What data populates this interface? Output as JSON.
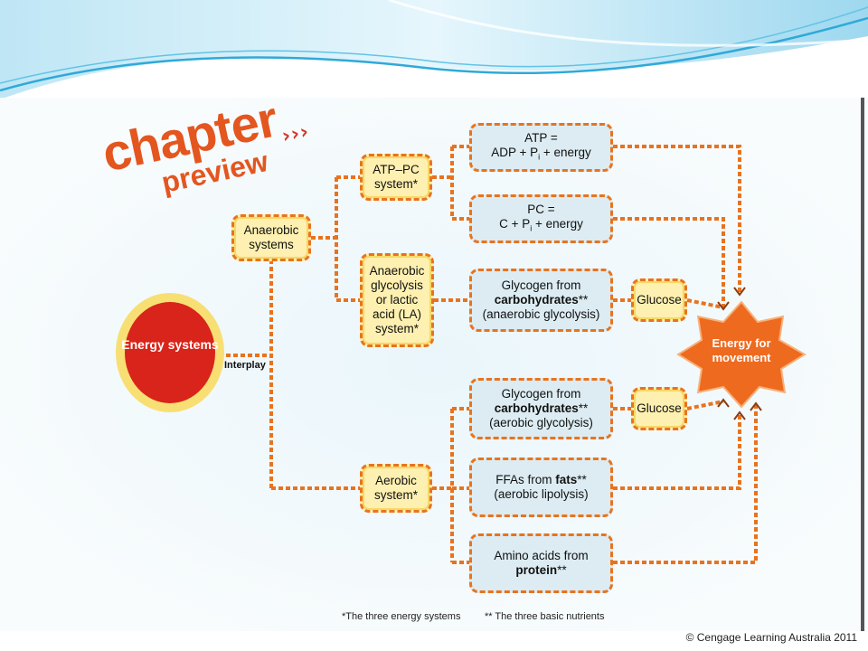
{
  "header": {
    "title_line1": "chapter",
    "title_line2": "preview",
    "chevrons": "›››"
  },
  "nodes": {
    "energy_systems": "Energy systems",
    "interplay": "Interplay",
    "anaerobic": "Anaerobic systems",
    "atp_pc": "ATP–PC system*",
    "anaerobic_lactic": [
      "Anaerobic",
      "glycolysis",
      "or lactic",
      "acid (LA)",
      "system*"
    ],
    "aerobic": "Aerobic system*",
    "atp_eq_l1": "ATP =",
    "atp_eq_l2_a": "ADP + P",
    "atp_eq_l2_sub": "i",
    "atp_eq_l2_b": " + energy",
    "pc_eq_l1": "PC =",
    "pc_eq_l2_a": "C + P",
    "pc_eq_l2_sub": "i",
    "pc_eq_l2_b": " + energy",
    "glycogen_an_l1": "Glycogen from",
    "glycogen_an_l2": "carbohydrates",
    "glycogen_an_l2_suffix": "**",
    "glycogen_an_l3": "(anaerobic glycolysis)",
    "glycogen_ae_l1": "Glycogen from",
    "glycogen_ae_l2": "carbohydrates",
    "glycogen_ae_l2_suffix": "**",
    "glycogen_ae_l3": "(aerobic glycolysis)",
    "ffa_l1_a": "FFAs from ",
    "ffa_l1_b": "fats",
    "ffa_l1_c": "**",
    "ffa_l2": "(aerobic lipolysis)",
    "amino_l1": "Amino acids from",
    "amino_l2": "protein",
    "amino_l2_suffix": "**",
    "glucose_1": "Glucose",
    "glucose_2": "Glucose",
    "energy_movement": "Energy for movement"
  },
  "footnotes": {
    "systems": "*The three energy systems",
    "nutrients": "** The three basic nutrients"
  },
  "copyright": "© Cengage Learning Australia 2011",
  "colors": {
    "accent": "#e8731f",
    "red": "#d8241a",
    "box_blue": "#dcecf2",
    "box_yellow": "#fdf0b0",
    "banner": "#2fa9d8"
  }
}
